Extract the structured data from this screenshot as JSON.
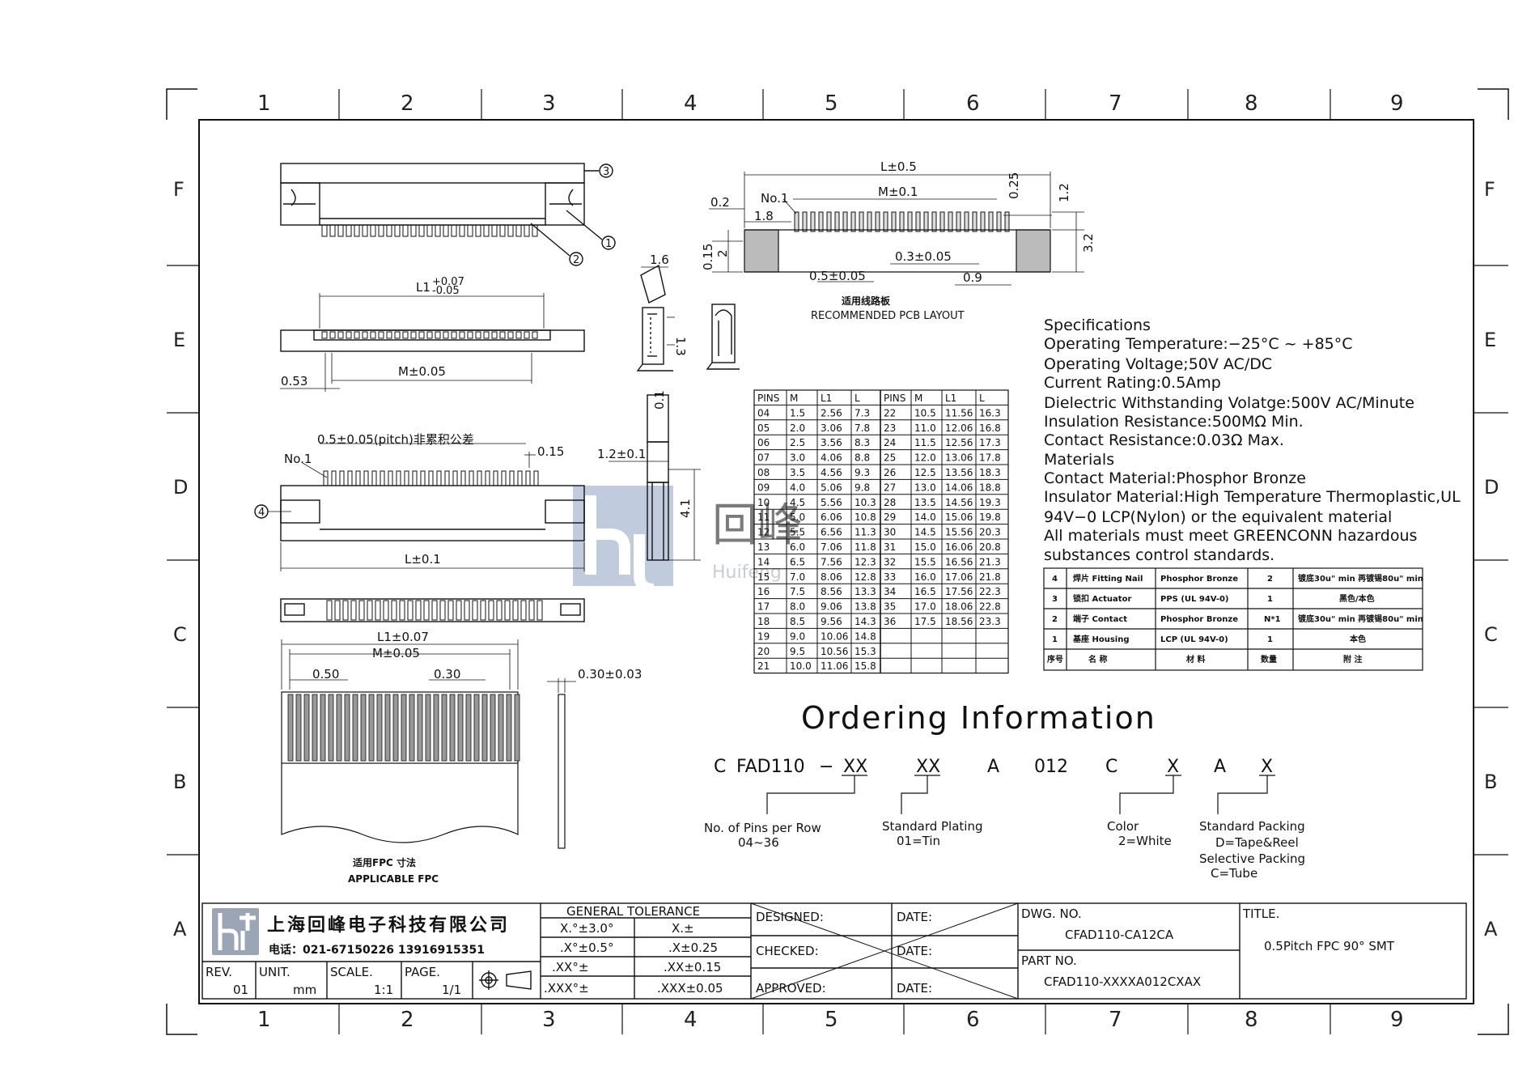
{
  "frame": {
    "zone_numbers": [
      "1",
      "2",
      "3",
      "4",
      "5",
      "6",
      "7",
      "8",
      "9"
    ],
    "zone_letters": [
      "F",
      "E",
      "D",
      "C",
      "B",
      "A"
    ]
  },
  "top_view": {
    "balloon_3": "3",
    "balloon_1": "1",
    "balloon_2": "2"
  },
  "front_view": {
    "l1_label": "L1",
    "l1_tol_plus": "+0.07",
    "l1_tol_minus": "-0.05",
    "m_label": "M±0.05",
    "offset_label": "0.53"
  },
  "bottom_view": {
    "pitch_label": "0.5±0.05(pitch)非累积公差",
    "no1_label": "No.1",
    "width_label": "0.15",
    "balloon_4": "4",
    "length_label": "L±0.1"
  },
  "side_view": {
    "dim_16": "1.6",
    "dim_13": "1.3",
    "dim_01": "0.1",
    "dim_12": "1.2±0.1",
    "dim_41": "4.1"
  },
  "pcb_layout": {
    "title_cn": "适用线路板",
    "title_en": "RECOMMENDED PCB LAYOUT",
    "l_label": "L±0.5",
    "m_label": "M±0.1",
    "no1_label": "No.1",
    "dim_02": "0.2",
    "dim_18": "1.8",
    "dim_025": "0.25",
    "dim_12": "1.2",
    "dim_015": "0.15",
    "dim_2": "2",
    "dim_32": "3.2",
    "dim_03": "0.3±0.05",
    "dim_05": "0.5±0.05",
    "dim_09": "0.9"
  },
  "pin_table": {
    "headers": [
      "PINS",
      "M",
      "L1",
      "L",
      "PINS",
      "M",
      "L1",
      "L"
    ],
    "rows": [
      [
        "04",
        "1.5",
        "2.56",
        "7.3",
        "22",
        "10.5",
        "11.56",
        "16.3"
      ],
      [
        "05",
        "2.0",
        "3.06",
        "7.8",
        "23",
        "11.0",
        "12.06",
        "16.8"
      ],
      [
        "06",
        "2.5",
        "3.56",
        "8.3",
        "24",
        "11.5",
        "12.56",
        "17.3"
      ],
      [
        "07",
        "3.0",
        "4.06",
        "8.8",
        "25",
        "12.0",
        "13.06",
        "17.8"
      ],
      [
        "08",
        "3.5",
        "4.56",
        "9.3",
        "26",
        "12.5",
        "13.56",
        "18.3"
      ],
      [
        "09",
        "4.0",
        "5.06",
        "9.8",
        "27",
        "13.0",
        "14.06",
        "18.8"
      ],
      [
        "10",
        "4.5",
        "5.56",
        "10.3",
        "28",
        "13.5",
        "14.56",
        "19.3"
      ],
      [
        "11",
        "5.0",
        "6.06",
        "10.8",
        "29",
        "14.0",
        "15.06",
        "19.8"
      ],
      [
        "12",
        "5.5",
        "6.56",
        "11.3",
        "30",
        "14.5",
        "15.56",
        "20.3"
      ],
      [
        "13",
        "6.0",
        "7.06",
        "11.8",
        "31",
        "15.0",
        "16.06",
        "20.8"
      ],
      [
        "14",
        "6.5",
        "7.56",
        "12.3",
        "32",
        "15.5",
        "16.56",
        "21.3"
      ],
      [
        "15",
        "7.0",
        "8.06",
        "12.8",
        "33",
        "16.0",
        "17.06",
        "21.8"
      ],
      [
        "16",
        "7.5",
        "8.56",
        "13.3",
        "34",
        "16.5",
        "17.56",
        "22.3"
      ],
      [
        "17",
        "8.0",
        "9.06",
        "13.8",
        "35",
        "17.0",
        "18.06",
        "22.8"
      ],
      [
        "18",
        "8.5",
        "9.56",
        "14.3",
        "36",
        "17.5",
        "18.56",
        "23.3"
      ],
      [
        "19",
        "9.0",
        "10.06",
        "14.8",
        "",
        "",
        "",
        ""
      ],
      [
        "20",
        "9.5",
        "10.56",
        "15.3",
        "",
        "",
        "",
        ""
      ],
      [
        "21",
        "10.0",
        "11.06",
        "15.8",
        "",
        "",
        "",
        ""
      ]
    ]
  },
  "specifications": [
    "Specifications",
    "Operating Temperature:−25°C ~ +85°C",
    "Operating Voltage;50V AC/DC",
    "Current Rating:0.5Amp",
    "Dielectric Withstanding Volatge:500V AC/Minute",
    "Insulation Resistance:500MΩ Min.",
    "Contact Resistance:0.03Ω Max.",
    "Materials",
    "Contact Material:Phosphor Bronze",
    "Insulator Material:High Temperature Thermoplastic,UL",
    "94V−0 LCP(Nylon) or the equivalent material",
    "All materials must meet GREENCONN hazardous",
    "substances control standards."
  ],
  "bom": {
    "rows": [
      [
        "4",
        "焊片 Fitting Nail",
        "Phosphor Bronze",
        "2",
        "镀底30u\" min 再镀锡80u\" min"
      ],
      [
        "3",
        "锁扣 Actuator",
        "PPS (UL 94V-0)",
        "1",
        "黑色/本色"
      ],
      [
        "2",
        "端子 Contact",
        "Phosphor Bronze",
        "N*1",
        "镀底30u\" min 再镀锡80u\" min"
      ],
      [
        "1",
        "基座 Housing",
        "LCP (UL 94V-0)",
        "1",
        "本色"
      ]
    ],
    "header": [
      "序号",
      "名 称",
      "材 料",
      "数量",
      "附 注"
    ]
  },
  "fpc_view": {
    "l1_label": "L1±0.07",
    "m_label": "M±0.05",
    "d050": "0.50",
    "d030": "0.30",
    "thick": "0.30±0.03",
    "title_cn": "适用FPC 寸法",
    "title_en": "APPLICABLE FPC"
  },
  "ordering": {
    "title": "Ordering Information",
    "code": [
      "C",
      "FAD110",
      "−",
      "XX",
      "XX",
      "A",
      "012",
      "C",
      "X",
      "A",
      "X"
    ],
    "pins_label_1": "No. of Pins per Row",
    "pins_label_2": "04~36",
    "plating_label_1": "Standard Plating",
    "plating_label_2": "01=Tin",
    "color_label_1": "Color",
    "color_label_2": "2=White",
    "pack_label_1": "Standard Packing",
    "pack_label_2": "D=Tape&Reel",
    "pack_label_3": "Selective Packing",
    "pack_label_4": "C=Tube"
  },
  "title_block": {
    "company": "上海回峰电子科技有限公司",
    "phone": "电话：021-67150226  13916915351",
    "rev_label": "REV.",
    "rev_value": "01",
    "unit_label": "UNIT.",
    "unit_value": "mm",
    "scale_label": "SCALE.",
    "scale_value": "1:1",
    "page_label": "PAGE.",
    "page_value": "1/1",
    "tolerance_title": "GENERAL TOLERANCE",
    "tol_rows": [
      [
        "X.°±3.0°",
        "X.±"
      ],
      [
        ".X°±0.5°",
        ".X±0.25"
      ],
      [
        ".XX°±",
        ".XX±0.15"
      ],
      [
        ".XXX°±",
        ".XXX±0.05"
      ]
    ],
    "designed": "DESIGNED:",
    "checked": "CHECKED:",
    "approved": "APPROVED:",
    "date": "DATE:",
    "dwg_label": "DWG. NO.",
    "dwg_value": "CFAD110-CA12CA",
    "part_label": "PART NO.",
    "part_value": "CFAD110-XXXXA012CXAX",
    "title_label": "TITLE.",
    "title_value": "0.5Pitch FPC 90° SMT"
  },
  "watermark": {
    "cn": "回峰",
    "en": "Huifeng"
  }
}
